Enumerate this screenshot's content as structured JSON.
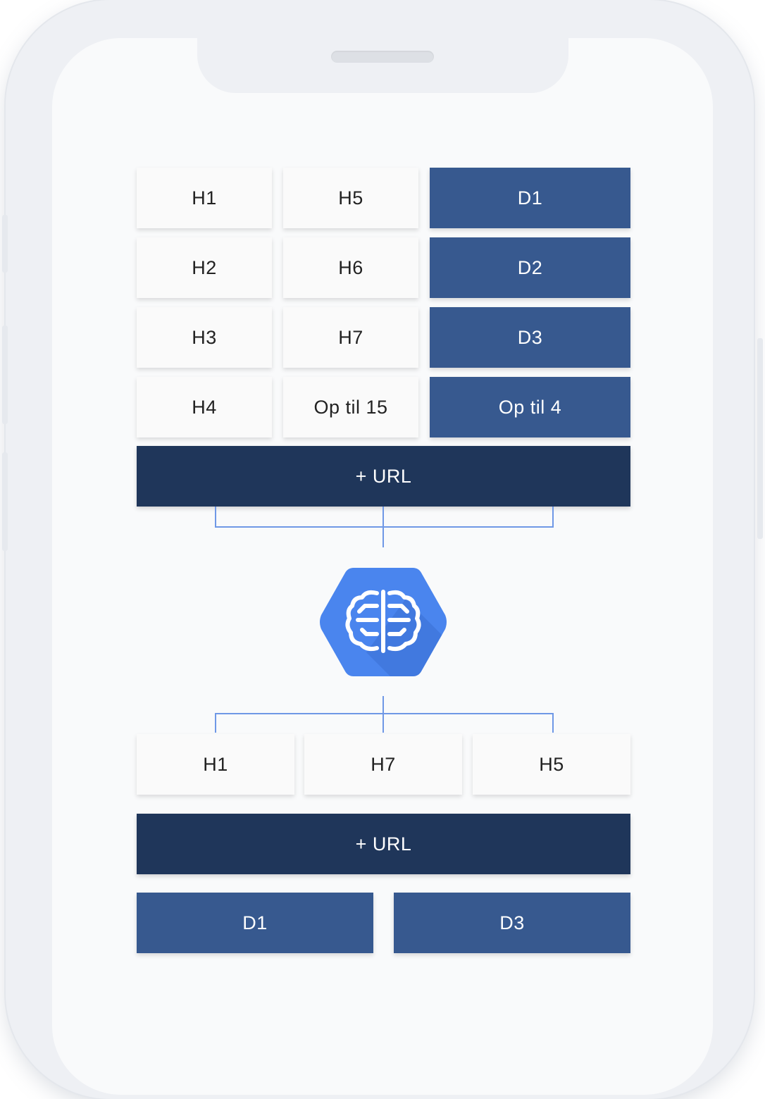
{
  "colors": {
    "heading_box": "#fafafa",
    "description_box": "#37598f",
    "url_box": "#1f365a",
    "connector": "#6f98e6",
    "ai_hexagon": "#4a85ee"
  },
  "top_group": {
    "heading_cells": [
      "H1",
      "H5",
      "H2",
      "H6",
      "H3",
      "H7",
      "H4",
      "Op til 15"
    ],
    "description_cells": [
      "D1",
      "D2",
      "D3",
      "Op til 4"
    ],
    "url_label": "+ URL"
  },
  "ai_engine": {
    "icon": "brain-hexagon-icon"
  },
  "bottom_group": {
    "heading_cells": [
      "H1",
      "H7",
      "H5"
    ],
    "url_label": "+ URL",
    "description_cells": [
      "D1",
      "D3"
    ]
  }
}
